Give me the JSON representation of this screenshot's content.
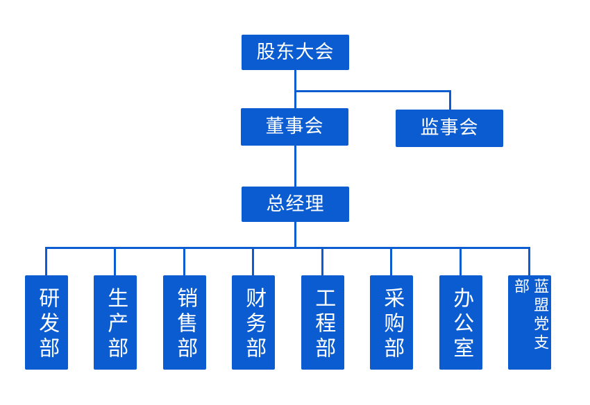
{
  "chart_data": {
    "type": "diagram",
    "subtype": "organizational-chart",
    "title": "",
    "orientation": "top-down",
    "accent_color": "#0B5CD0",
    "text_color": "#FFFFFF",
    "background_color": "#FFFFFF",
    "levels": [
      {
        "level": 1,
        "nodes": [
          "股东大会"
        ]
      },
      {
        "level": 2,
        "nodes": [
          "董事会",
          "监事会"
        ]
      },
      {
        "level": 3,
        "nodes": [
          "总经理"
        ]
      },
      {
        "level": 4,
        "nodes": [
          "研发部",
          "生产部",
          "销售部",
          "财务部",
          "工程部",
          "采购部",
          "办公室",
          "蓝盟党支部"
        ]
      }
    ],
    "edges": [
      {
        "from": "股东大会",
        "to": "董事会"
      },
      {
        "from": "股东大会",
        "to": "监事会"
      },
      {
        "from": "董事会",
        "to": "总经理"
      },
      {
        "from": "总经理",
        "to": "研发部"
      },
      {
        "from": "总经理",
        "to": "生产部"
      },
      {
        "from": "总经理",
        "to": "销售部"
      },
      {
        "from": "总经理",
        "to": "财务部"
      },
      {
        "from": "总经理",
        "to": "工程部"
      },
      {
        "from": "总经理",
        "to": "采购部"
      },
      {
        "from": "总经理",
        "to": "办公室"
      },
      {
        "from": "总经理",
        "to": "蓝盟党支部"
      }
    ]
  },
  "nodes": {
    "shareholders_meeting": "股东大会",
    "board_of_directors": "董事会",
    "board_of_supervisors": "监事会",
    "general_manager": "总经理"
  },
  "departments": [
    {
      "label": "研发部"
    },
    {
      "label": "生产部"
    },
    {
      "label": "销售部"
    },
    {
      "label": "财务部"
    },
    {
      "label": "工程部"
    },
    {
      "label": "采购部"
    },
    {
      "label": "办公室"
    },
    {
      "label": "蓝盟党支部"
    }
  ]
}
